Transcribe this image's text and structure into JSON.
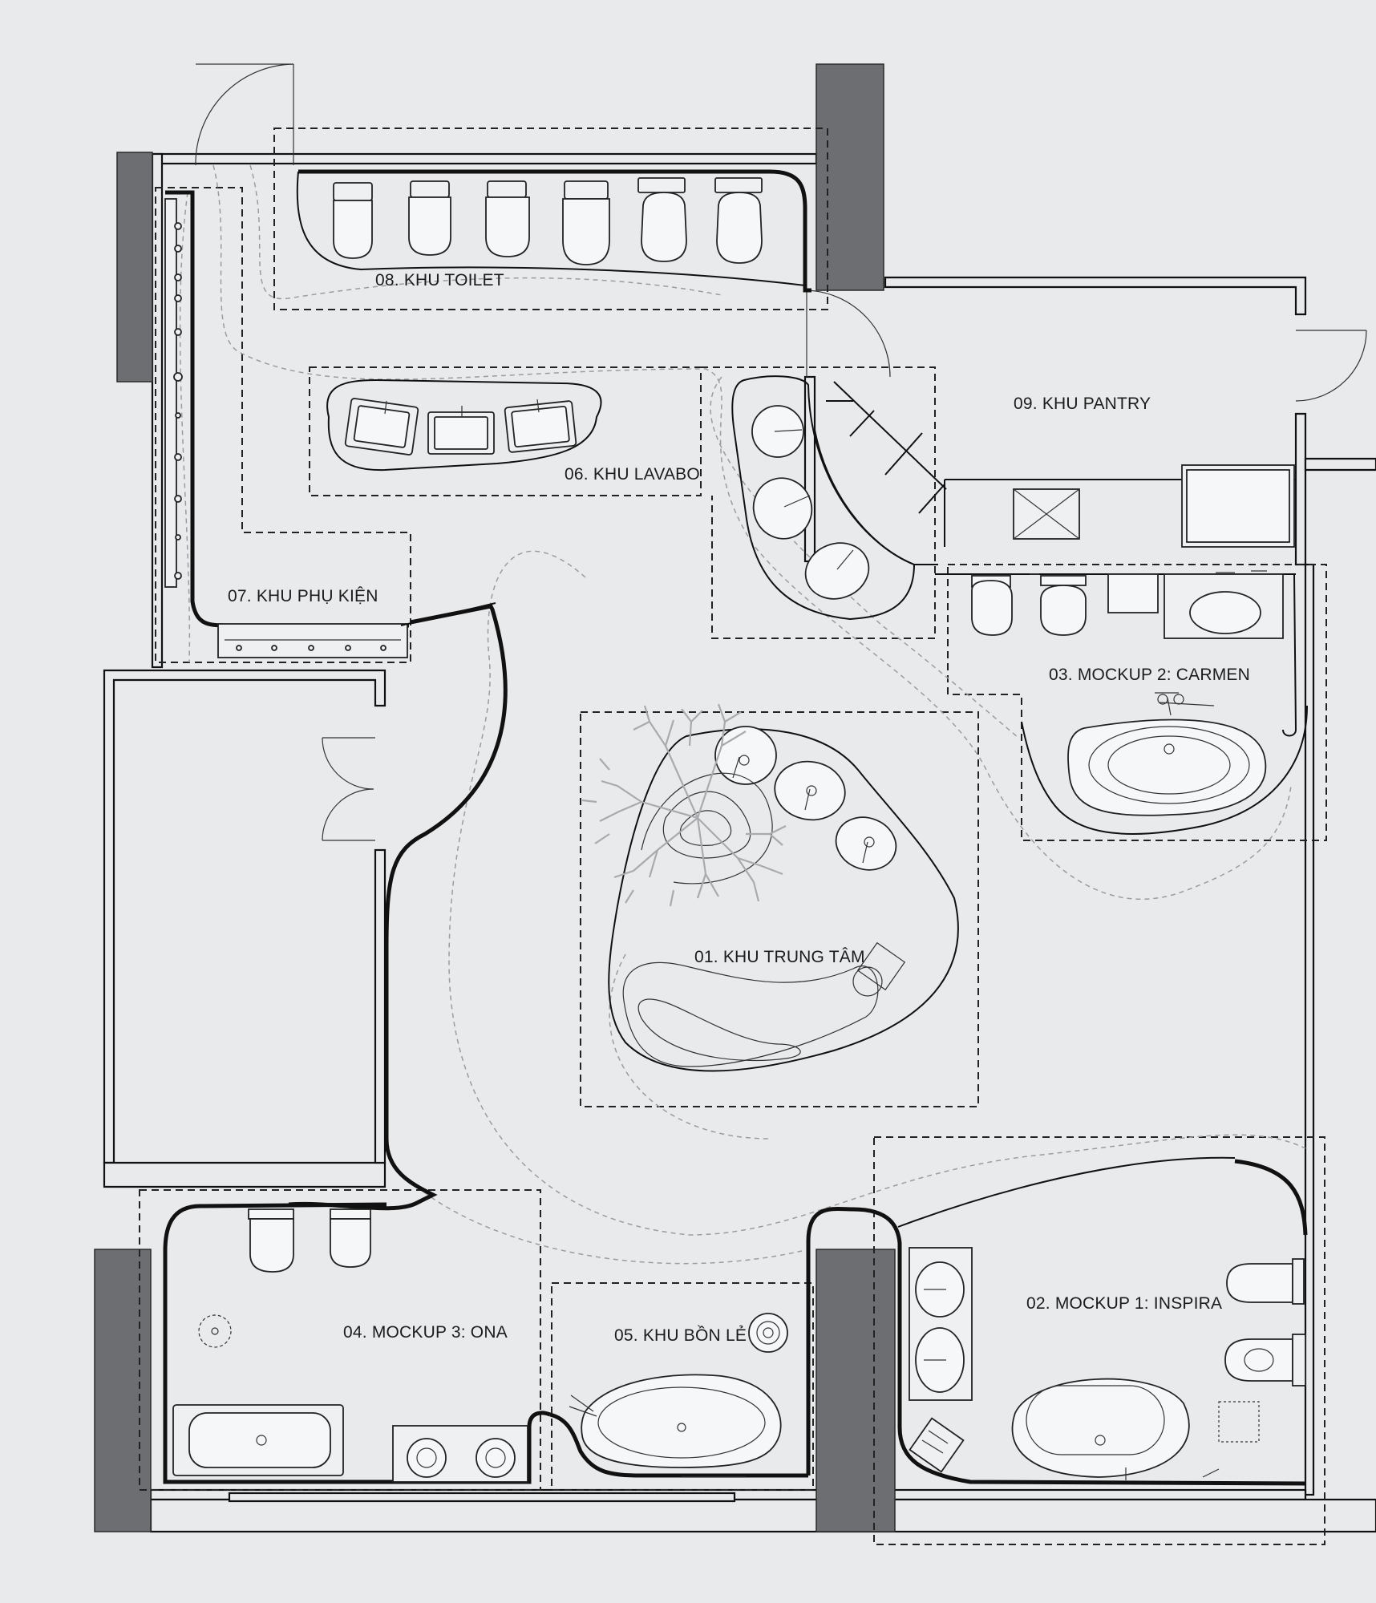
{
  "zones": {
    "z01": "01. KHU TRUNG TÂM",
    "z02": "02. MOCKUP 1: INSPIRA",
    "z03": "03. MOCKUP 2: CARMEN",
    "z04": "04. MOCKUP 3: ONA",
    "z05": "05. KHU BỒN LẺ",
    "z06": "06. KHU LAVABO",
    "z07": "07. KHU PHỤ KIỆN",
    "z08": "08. KHU TOILET",
    "z09": "09. KHU PANTRY"
  },
  "colors": {
    "background": "#e9eaec",
    "pillar": "#6d6e72",
    "line": "#111111",
    "walk_path": "#9a9c9f"
  }
}
